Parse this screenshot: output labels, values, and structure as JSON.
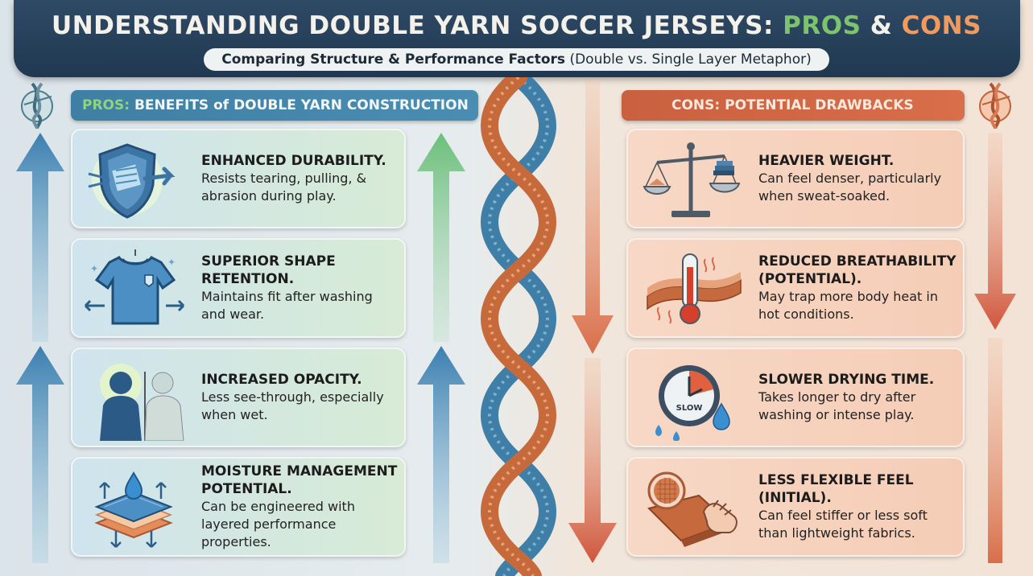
{
  "title": {
    "main": "UNDERSTANDING DOUBLE YARN SOCCER JERSEYS:",
    "pros": "PROS",
    "amp": "&",
    "cons": "CONS"
  },
  "subtitle": {
    "bold": "Comparing Structure & Performance Factors",
    "rest": "(Double vs. Single Layer Metaphor)"
  },
  "pros_banner": {
    "highlight": "PROS:",
    "text": "BENEFITS of DOUBLE YARN CONSTRUCTION"
  },
  "cons_banner": {
    "text": "CONS: POTENTIAL DRAWBACKS"
  },
  "pros": [
    {
      "icon": "shield-fabric-icon",
      "heading": "ENHANCED DURABILITY.",
      "desc": "Resists tearing, pulling, & abrasion during play."
    },
    {
      "icon": "jersey-icon",
      "heading": "SUPERIOR SHAPE RETENTION.",
      "desc": "Maintains fit after washing and wear."
    },
    {
      "icon": "silhouettes-icon",
      "heading": "INCREASED OPACITY.",
      "desc": "Less see-through, especially when wet."
    },
    {
      "icon": "layers-droplet-icon",
      "heading": "MOISTURE MANAGEMENT POTENTIAL.",
      "desc": "Can be engineered with layered performance properties."
    }
  ],
  "cons": [
    {
      "icon": "scale-icon",
      "heading": "HEAVIER WEIGHT.",
      "desc": "Can feel denser, particularly when sweat-soaked."
    },
    {
      "icon": "thermometer-icon",
      "heading": "REDUCED BREATHABILITY (POTENTIAL).",
      "desc": "May trap more body heat in hot conditions."
    },
    {
      "icon": "slow-clock-icon",
      "heading": "SLOWER DRYING TIME.",
      "desc": "Takes longer to dry after washing or intense play."
    },
    {
      "icon": "stiff-fabric-icon",
      "heading": "LESS FLEXIBLE FEEL (INITIAL).",
      "desc": "Can feel stiffer or less soft than lightweight fabrics."
    }
  ],
  "clock_label": "SLOW",
  "colors": {
    "pros_accent": "#4a8db3",
    "pros_highlight": "#8ed37e",
    "cons_accent": "#d86e4a",
    "header_bg": "#2f4a66"
  }
}
